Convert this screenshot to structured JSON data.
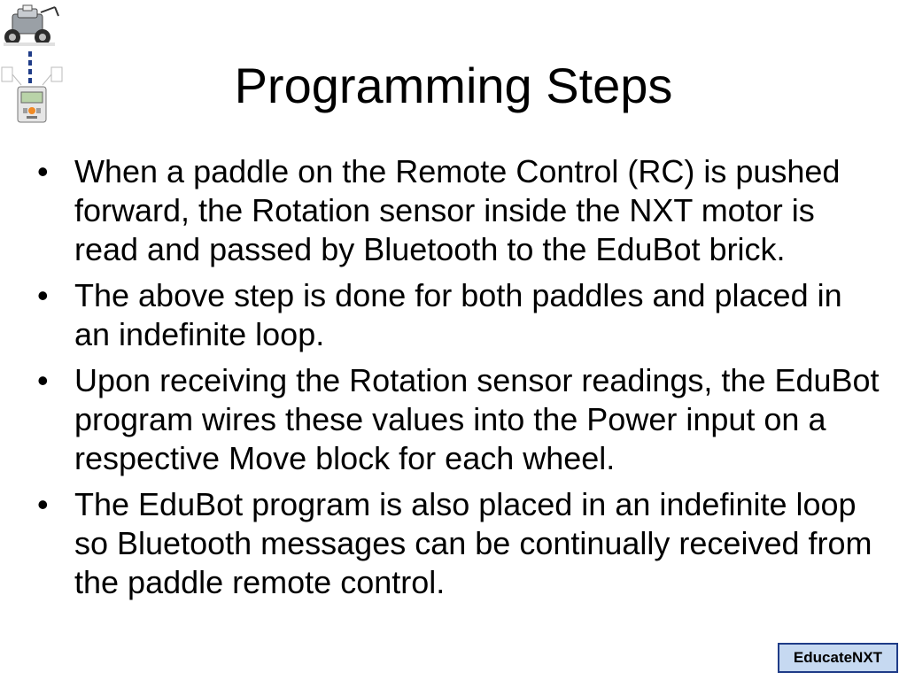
{
  "slide": {
    "title": "Programming Steps",
    "bullets": [
      "When a paddle on the Remote Control (RC) is pushed forward, the Rotation sensor inside the NXT motor is read and passed by Bluetooth to the EduBot brick.",
      "The above step is done for both paddles and placed in an indefinite loop.",
      "Upon receiving the Rotation sensor readings, the EduBot program wires these values into the Power input on a respective Move block for each wheel.",
      "The EduBot program is also placed in an indefinite loop so Bluetooth messages can be continually received from the paddle remote control."
    ],
    "bullet_glyph": "•",
    "badge": "EducateNXT"
  },
  "colors": {
    "badge_fill": "#c6d9f1",
    "badge_border": "#1f3c88",
    "connector": "#1f3c88"
  },
  "icons": [
    "robot-icon",
    "nxt-brick-icon",
    "bluetooth-connector-icon"
  ]
}
